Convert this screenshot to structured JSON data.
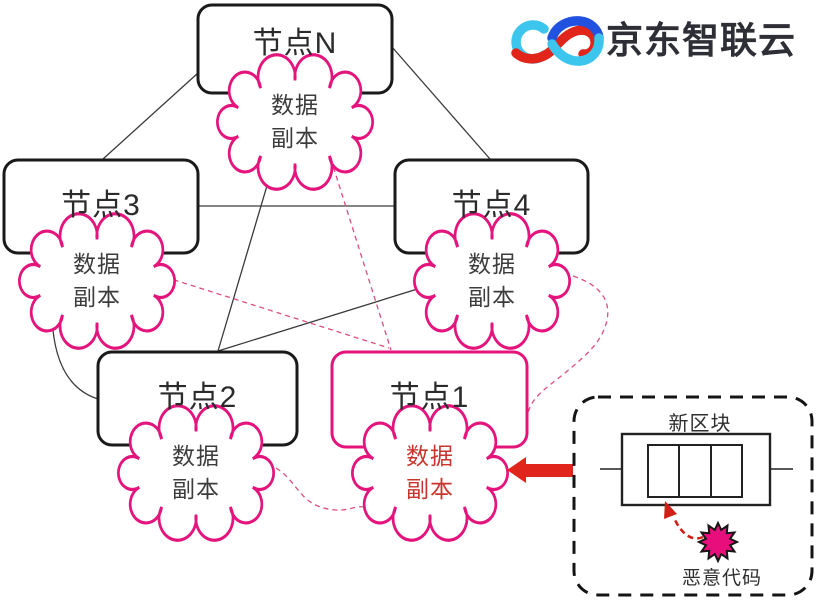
{
  "header": {
    "logo_text": "京东智联云"
  },
  "nodes": {
    "node_n": {
      "label": "节点N",
      "replica_line1": "数据",
      "replica_line2": "副本"
    },
    "node_3": {
      "label": "节点3",
      "replica_line1": "数据",
      "replica_line2": "副本"
    },
    "node_4": {
      "label": "节点4",
      "replica_line1": "数据",
      "replica_line2": "副本"
    },
    "node_2": {
      "label": "节点2",
      "replica_line1": "数据",
      "replica_line2": "副本"
    },
    "node_1": {
      "label": "节点1",
      "replica_line1": "数据",
      "replica_line2": "副本",
      "highlighted": true,
      "replica_text_color": "#c9342c",
      "border_color": "#e4147c"
    }
  },
  "panel": {
    "title": "新区块",
    "malware_label": "恶意代码"
  },
  "colors": {
    "node_border": "#1a1a1a",
    "cloud_outline": "#e4147c",
    "highlight_pink": "#e4147c",
    "dashed_link": "#dd4f7a",
    "red_accent": "#e0251c",
    "dark_red": "#cf2017",
    "malware_pink": "#e80f7d",
    "logo_cyan": "#3cc6ee",
    "logo_blue": "#2151e0",
    "logo_red": "#e1251b"
  }
}
